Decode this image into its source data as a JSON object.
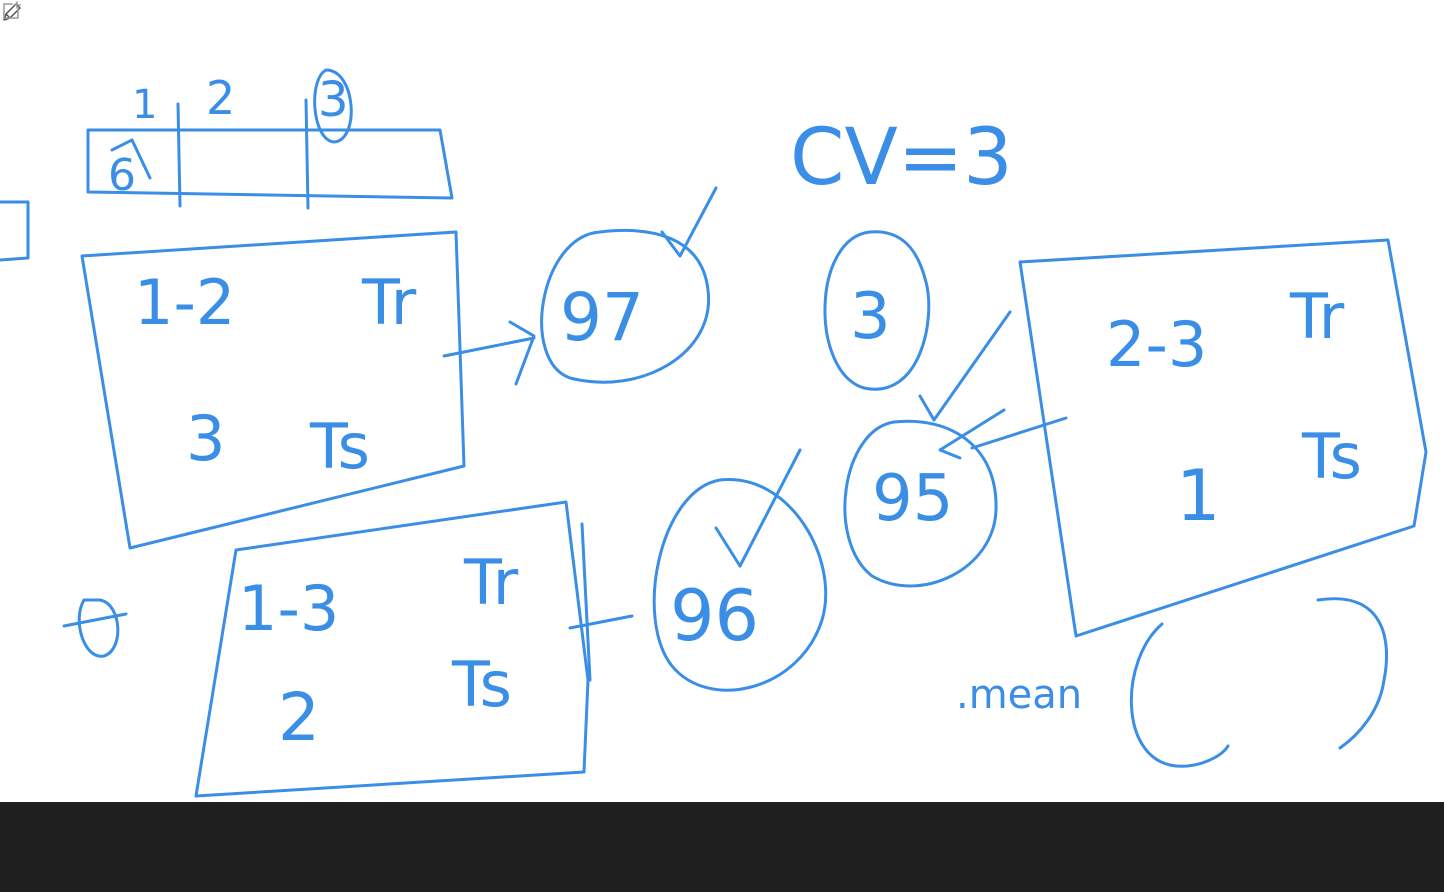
{
  "colors": {
    "ink": "#3a8ee6",
    "background": "#ffffff",
    "bottom_bar": "#1f1f1f"
  },
  "whiteboard": {
    "top_table": {
      "col_labels": [
        "1",
        "2",
        "3"
      ],
      "cell_text": "6"
    },
    "cv_label": "CV=3",
    "folds": [
      {
        "split": "1-2",
        "train_label": "Tr",
        "test_fold": "3",
        "test_label": "Ts",
        "score": "97"
      },
      {
        "split": "1-3",
        "train_label": "Tr",
        "test_fold": "2",
        "test_label": "Ts",
        "score": "96"
      },
      {
        "split": "2-3",
        "train_label": "Tr",
        "test_fold": "1",
        "test_label": "Ts",
        "score": "95"
      }
    ],
    "circle_number": "3",
    "mean_label": ".mean"
  },
  "icons": {
    "add_page": "add-page-icon",
    "pen_cursor": "pen-cursor-icon"
  }
}
